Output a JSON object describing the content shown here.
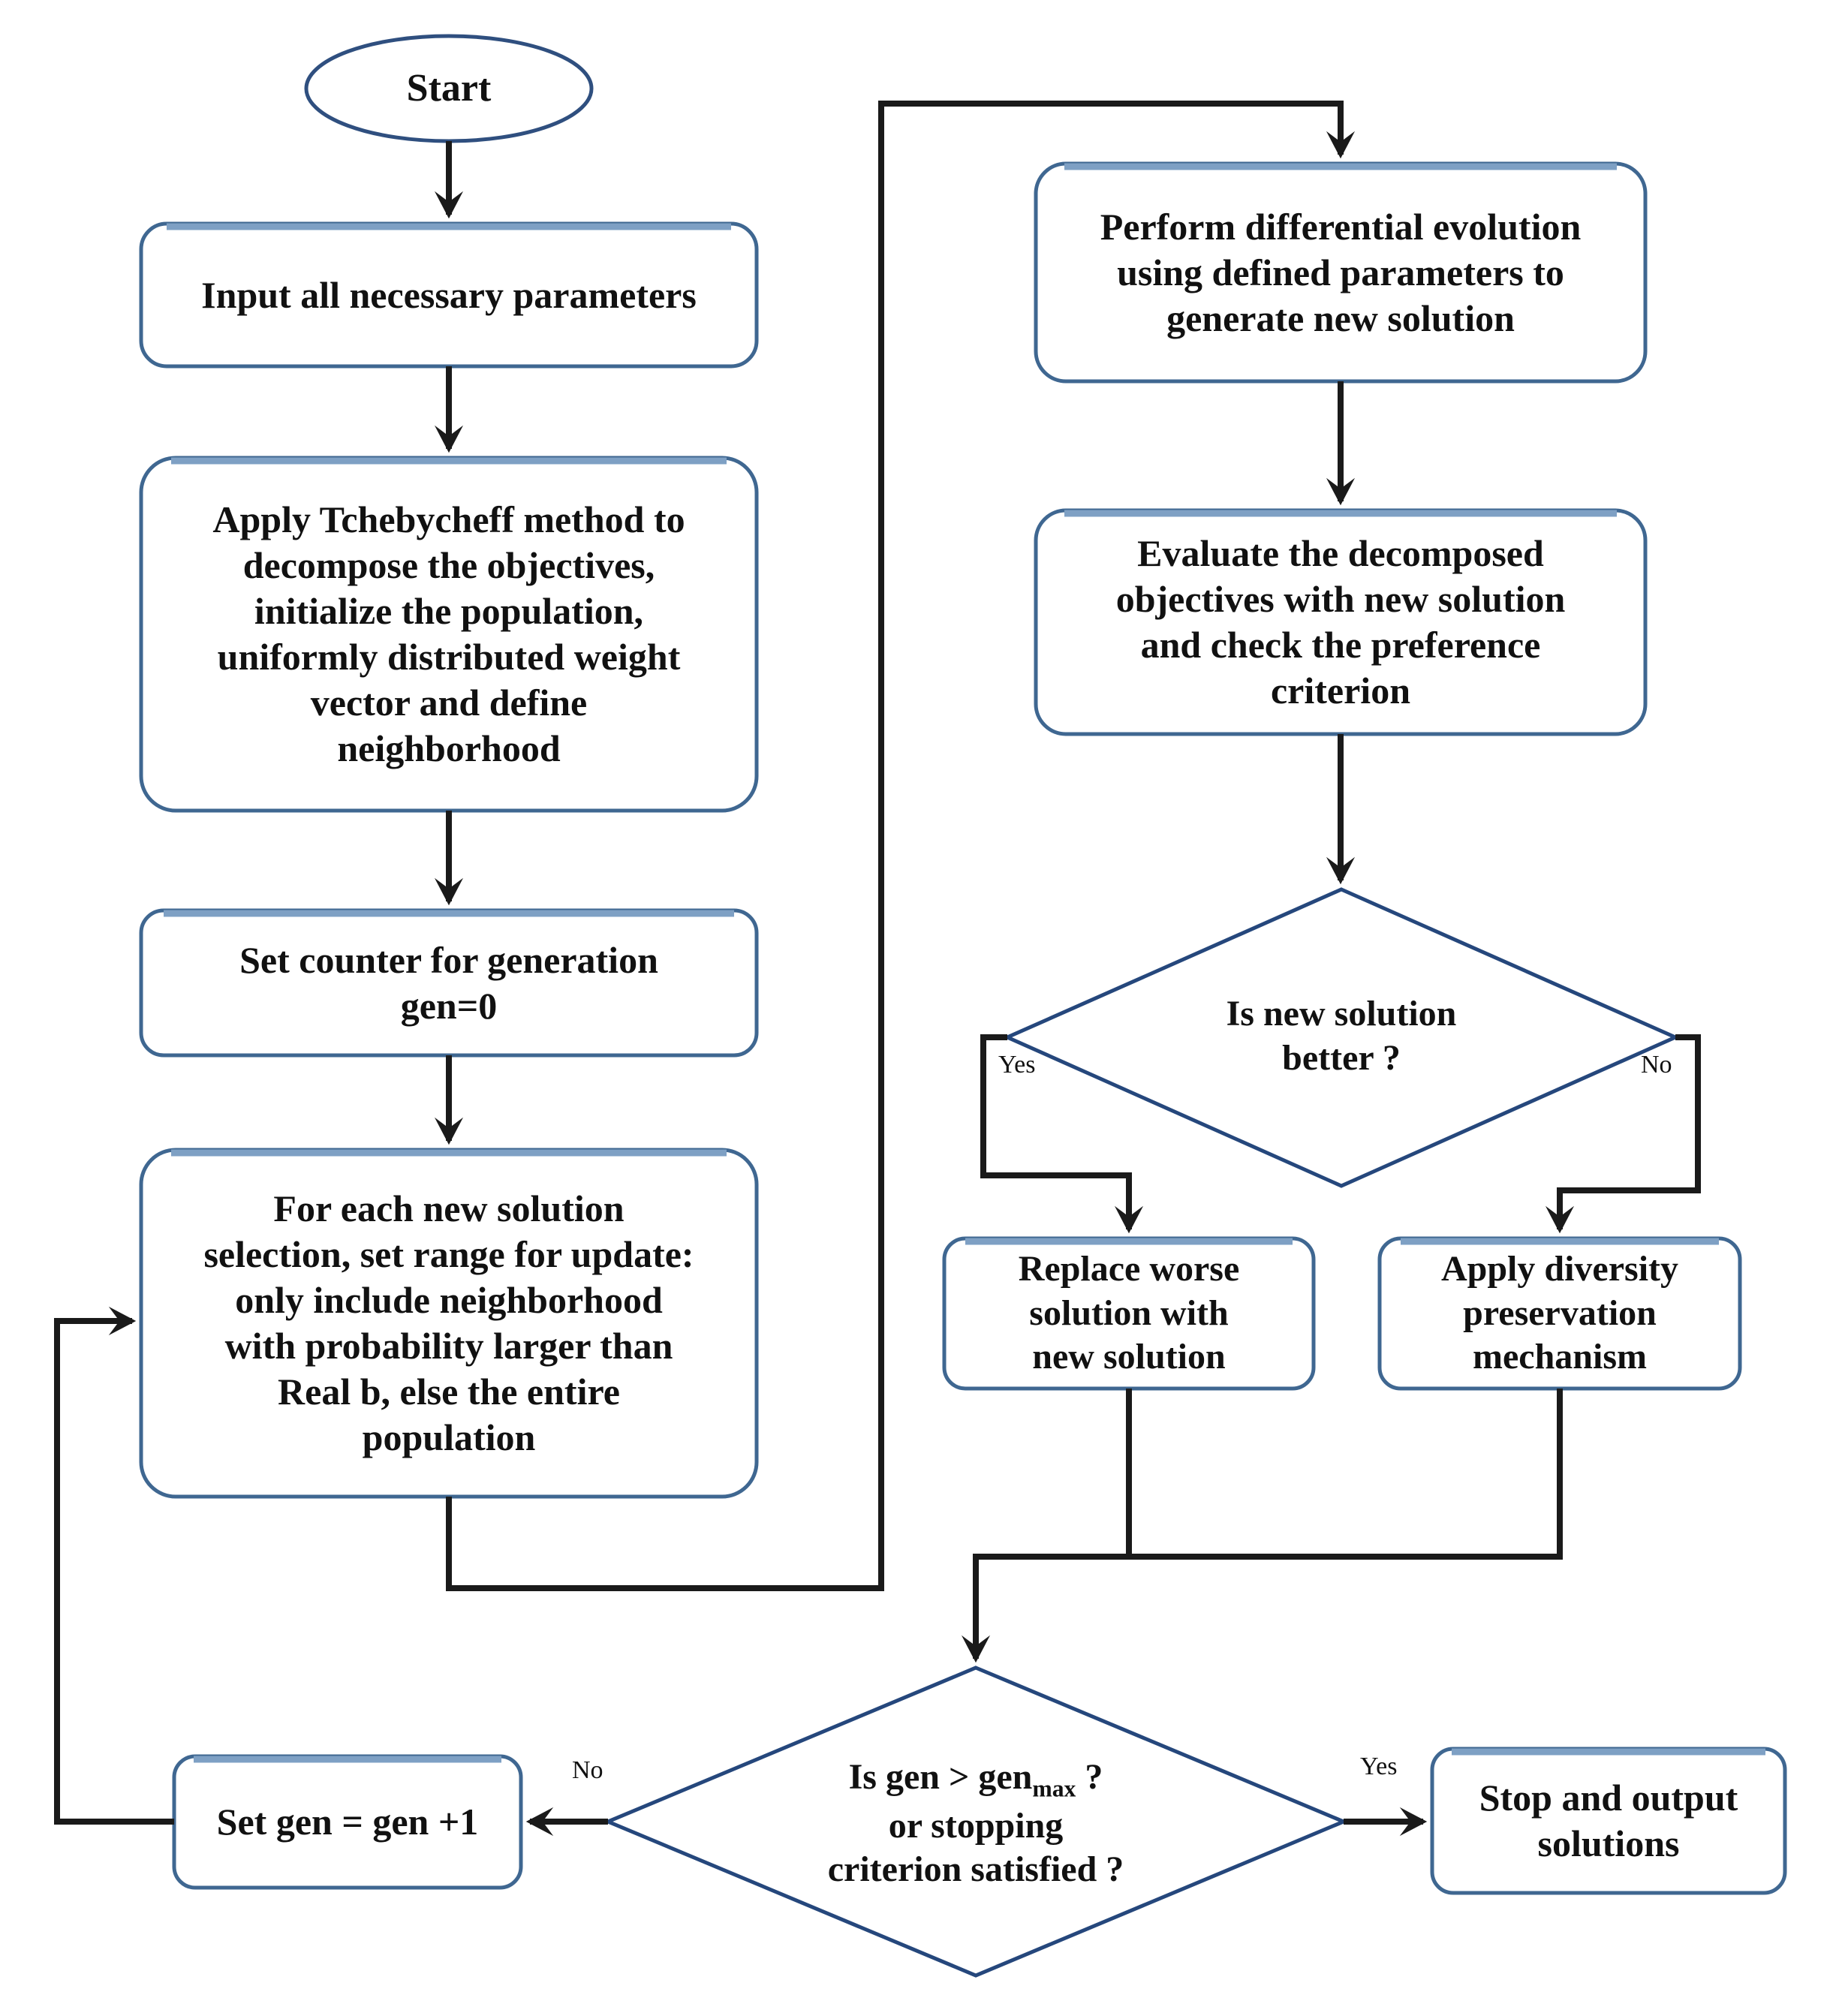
{
  "diagram": {
    "title": "MOEA/D differential evolution flowchart",
    "colors": {
      "node_border": "#3f6791",
      "node_border_dark": "#25477c",
      "node_fill": "#ffffff",
      "connector": "#1a1a1a",
      "node_top_highlight": "#7ea0c4",
      "background": "#ffffff"
    },
    "nodes": [
      {
        "id": "start",
        "shape": "ellipse",
        "text": "Start"
      },
      {
        "id": "input",
        "shape": "rounded-rect",
        "text": "Input all necessary parameters"
      },
      {
        "id": "tchebycheff",
        "shape": "rounded-rect",
        "text": "Apply Tchebycheff method to\ndecompose the objectives,\ninitialize the population,\nuniformly distributed weight\nvector and define\nneighborhood"
      },
      {
        "id": "counter",
        "shape": "rounded-rect",
        "text": "Set counter for generation\ngen=0"
      },
      {
        "id": "range",
        "shape": "rounded-rect",
        "text": "For each new solution\nselection, set range for update:\nonly include neighborhood\nwith probability larger than\nReal b, else the entire\npopulation"
      },
      {
        "id": "de",
        "shape": "rounded-rect",
        "text": "Perform differential evolution\nusing defined parameters to\ngenerate new solution"
      },
      {
        "id": "evaluate",
        "shape": "rounded-rect",
        "text": "Evaluate the decomposed\nobjectives with new solution\nand check the preference\ncriterion"
      },
      {
        "id": "better",
        "shape": "diamond",
        "text": "Is new solution\nbetter ?"
      },
      {
        "id": "replace",
        "shape": "rounded-rect",
        "text": "Replace worse\nsolution with\nnew solution"
      },
      {
        "id": "diversity",
        "shape": "rounded-rect",
        "text": "Apply diversity\npreservation\nmechanism"
      },
      {
        "id": "stopcheck",
        "shape": "diamond",
        "text_line1_a": "Is gen > gen",
        "text_line1_sub": "max",
        "text_line1_b": " ?",
        "text_line2": "or stopping",
        "text_line3": "criterion satisfied ?"
      },
      {
        "id": "incgen",
        "shape": "rounded-rect",
        "text": "Set gen = gen +1"
      },
      {
        "id": "stop",
        "shape": "rounded-rect",
        "text": "Stop and output\nsolutions"
      }
    ],
    "edge_labels": [
      {
        "id": "better-yes",
        "text": "Yes"
      },
      {
        "id": "better-no",
        "text": "No"
      },
      {
        "id": "stopcheck-no",
        "text": "No"
      },
      {
        "id": "stopcheck-yes",
        "text": "Yes"
      }
    ]
  }
}
